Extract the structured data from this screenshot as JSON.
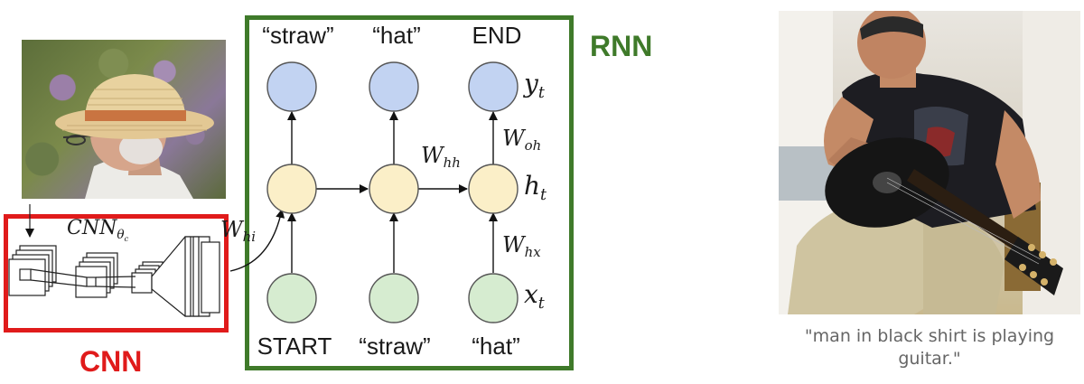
{
  "labels": {
    "cnn": "CNN",
    "rnn": "RNN"
  },
  "diagram": {
    "cnn_symbol": {
      "base": "CNN",
      "sub": "θ",
      "subsub": "c"
    },
    "w_hi": {
      "base": "W",
      "sub": "hi"
    },
    "w_hh": {
      "base": "W",
      "sub": "hh"
    },
    "w_oh": {
      "base": "W",
      "sub": "oh"
    },
    "w_hx": {
      "base": "W",
      "sub": "hx"
    },
    "y_t": {
      "base": "y",
      "sub": "t"
    },
    "h_t": {
      "base": "h",
      "sub": "t"
    },
    "x_t": {
      "base": "x",
      "sub": "t"
    },
    "outputs": [
      "“straw”",
      "“hat”",
      "END"
    ],
    "inputs": [
      "START",
      "“straw”",
      "“hat”"
    ],
    "colors": {
      "output_node": "#c2d3f2",
      "hidden_node": "#fbefc8",
      "input_node": "#d6ecd0",
      "node_stroke": "#555555",
      "cnn_red": "#e01b1b",
      "rnn_green": "#3f7a2a"
    }
  },
  "caption": {
    "line1": "\"man in black shirt is playing",
    "line2": "guitar.\""
  }
}
